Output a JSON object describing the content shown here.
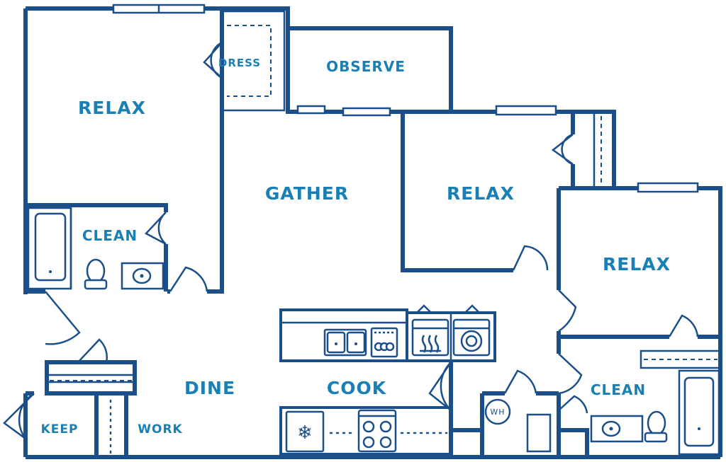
{
  "rooms": {
    "relax_1": "RELAX",
    "dress": "DRESS",
    "observe": "OBSERVE",
    "clean_1": "CLEAN",
    "gather": "GATHER",
    "relax_2": "RELAX",
    "relax_3": "RELAX",
    "dine": "DINE",
    "cook": "COOK",
    "clean_2": "CLEAN",
    "keep": "KEEP",
    "work": "WORK",
    "water_heater": "WH"
  },
  "colors": {
    "wall": "#1b4f8a",
    "label": "#1a7fb5",
    "background": "#ffffff"
  }
}
